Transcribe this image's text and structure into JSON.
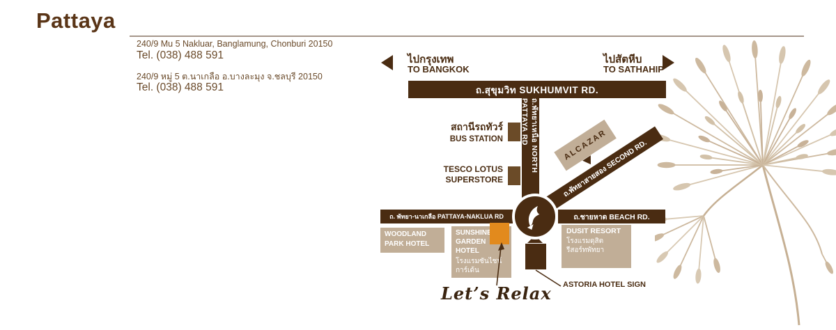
{
  "header": {
    "title": "Pattaya",
    "address_en": "240/9 Mu 5   Nakluar,  Banglamung, Chonburi 20150",
    "tel1": "Tel. (038) 488 591",
    "address_th": "240/9  หมู่ 5   ต.นาเกลือ  อ.บางละมุง   จ.ชลบุรี  20150",
    "tel2": "Tel. (038) 488 591"
  },
  "map": {
    "directions": {
      "bangkok_th": "ไปกรุงเทพ",
      "bangkok_en": "TO BANGKOK",
      "sathahip_th": "ไปสัตหีบ",
      "sathahip_en": "TO SATHAHIP"
    },
    "roads": {
      "sukhumvit": "ถ.สุขุมวิท  SUKHUMVIT  RD.",
      "north_pattaya": "ถ.พัทยาเหนือ  NORTH PATTAYA RD",
      "second": "ถ.พัทยาสายสอง  SECOND RD.",
      "pattaya_naklua": "ถ. พัทยา-นาเกลือ PATTAYA-NAKLUA RD",
      "beach": "ถ.ชายหาด   BEACH  RD."
    },
    "landmarks": {
      "bus_station_th": "สถานีรถทัวร์",
      "bus_station_en": "BUS STATION",
      "tesco_1": "TESCO LOTUS",
      "tesco_2": "SUPERSTORE",
      "alcazar": "ALCAZAR",
      "woodland": "WOODLAND\nPARK HOTEL",
      "sunshine_en": "SUNSHINE\nGARDEN\nHOTEL",
      "sunshine_th": "โรงแรมซันไชน์\nการ์เด้น",
      "dusit_en": "DUSIT RESORT",
      "dusit_th": "โรงแรมดุสิต\nรีสอร์ทพัทยา",
      "astoria": "ASTORIA HOTEL SIGN",
      "lets_relax": "Let’s Relax"
    }
  },
  "colors": {
    "road_brown": "#4a2c12",
    "text_brown": "#6a4a2a",
    "box_tan": "#c1ae97",
    "marker_orange": "#e28a1d",
    "flower_tan": "#cdb99f"
  }
}
